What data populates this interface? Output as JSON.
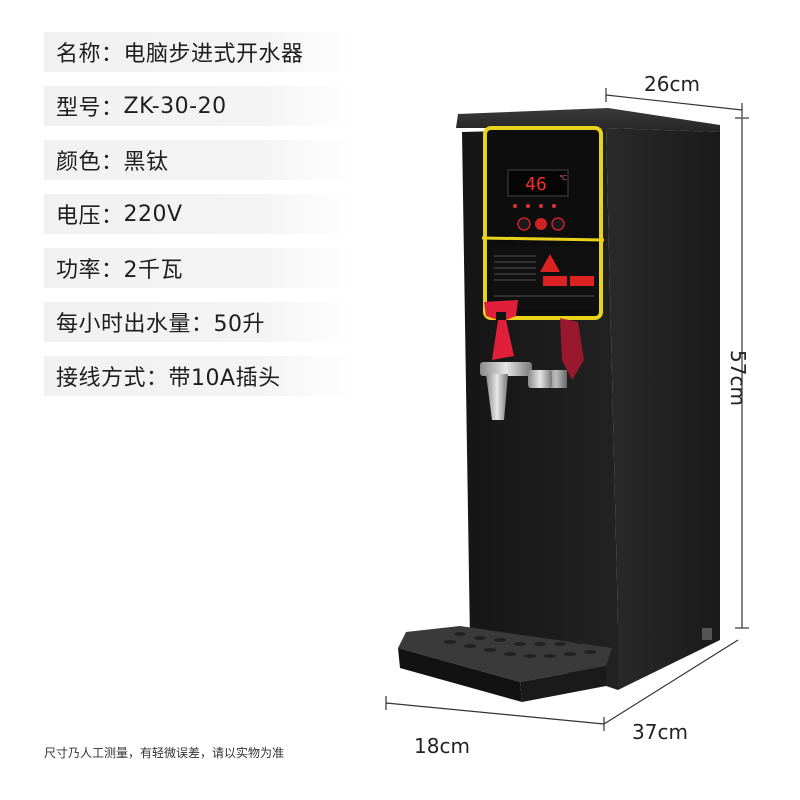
{
  "specs": [
    {
      "label": "名称",
      "value": "电脑步进式开水器"
    },
    {
      "label": "型号",
      "value": "ZK-30-20"
    },
    {
      "label": "颜色",
      "value": "黑钛"
    },
    {
      "label": "电压",
      "value": "220V"
    },
    {
      "label": "功率",
      "value": "2千瓦"
    },
    {
      "label": "每小时出水量",
      "value": "50升"
    },
    {
      "label": "接线方式",
      "value": "带10A插头"
    }
  ],
  "dimensions": {
    "width": "26cm",
    "height": "57cm",
    "depth": "37cm",
    "tray": "18cm"
  },
  "display_readout": "46",
  "display_unit": "℃",
  "footnote": "尺寸乃人工测量，有轻微误差，请以实物为准",
  "colors": {
    "body": "#1a1a1a",
    "accent_yellow": "#e8d31a",
    "display_red": "#ff2a2a",
    "tap_red": "#e0203a"
  }
}
